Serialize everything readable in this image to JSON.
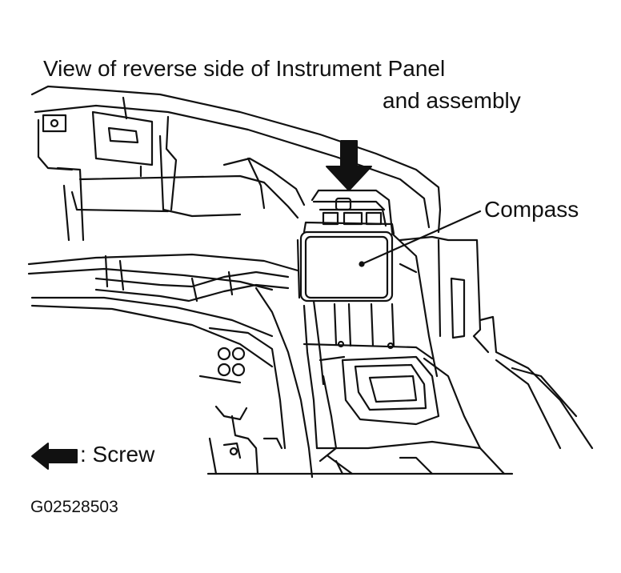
{
  "title": {
    "line1": "View of reverse side of Instrument Panel",
    "line2": "and assembly"
  },
  "labels": {
    "compass": "Compass",
    "screw_legend": ": Screw",
    "figure_code": "G02528503"
  },
  "colors": {
    "ink": "#111111",
    "paper": "#ffffff"
  },
  "icons": {
    "screw_marker": "arrow-down-icon",
    "legend_marker": "arrow-left-icon"
  }
}
